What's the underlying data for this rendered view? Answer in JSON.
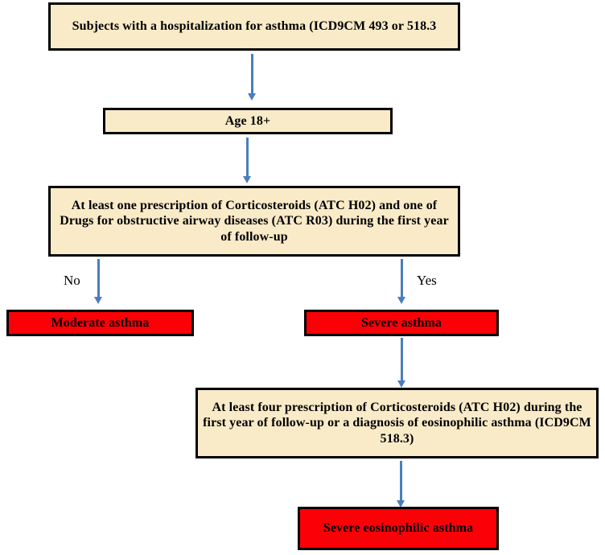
{
  "diagram": {
    "title": "Asthma severity classification flowchart",
    "colors": {
      "node_fill_cream": "#FAEBC8",
      "node_fill_red": "#FB0007",
      "node_border": "#010101",
      "arrow": "#4A7EBB",
      "text": "#000000",
      "background": "#FFFFFF"
    },
    "nodes": [
      {
        "id": "cohort",
        "type": "criteria",
        "fill": "cream",
        "text": "Subjects with a hospitalization for asthma (ICD9CM 493 or 518.3",
        "font_size": 16
      },
      {
        "id": "age",
        "type": "criteria",
        "fill": "cream",
        "text": "Age 18+",
        "font_size": 16
      },
      {
        "id": "rx-criteria",
        "type": "criteria",
        "fill": "cream",
        "text": "At least one prescription of Corticosteroids (ATC H02) and one of Drugs for obstructive airway diseases (ATC R03) during the first year of follow-up",
        "font_size": 16
      },
      {
        "id": "moderate",
        "type": "outcome",
        "fill": "red",
        "text": "Moderate asthma",
        "font_size": 16
      },
      {
        "id": "severe",
        "type": "outcome",
        "fill": "red",
        "text": "Severe asthma",
        "font_size": 16
      },
      {
        "id": "eos-criteria",
        "type": "criteria",
        "fill": "cream",
        "text": "At least four prescription of Corticosteroids (ATC H02) during the first year of follow-up or a diagnosis of eosinophilic asthma (ICD9CM 518.3)",
        "font_size": 16
      },
      {
        "id": "severe-eos",
        "type": "outcome",
        "fill": "red",
        "text": "Severe eosinophilic asthma",
        "font_size": 16
      }
    ],
    "edges": [
      {
        "id": "e1",
        "from": "cohort",
        "to": "age",
        "label": ""
      },
      {
        "id": "e2",
        "from": "age",
        "to": "rx-criteria",
        "label": ""
      },
      {
        "id": "e3",
        "from": "rx-criteria",
        "to": "moderate",
        "label": "No"
      },
      {
        "id": "e4",
        "from": "rx-criteria",
        "to": "severe",
        "label": "Yes"
      },
      {
        "id": "e5",
        "from": "severe",
        "to": "eos-criteria",
        "label": ""
      },
      {
        "id": "e6",
        "from": "eos-criteria",
        "to": "severe-eos",
        "label": ""
      }
    ]
  }
}
